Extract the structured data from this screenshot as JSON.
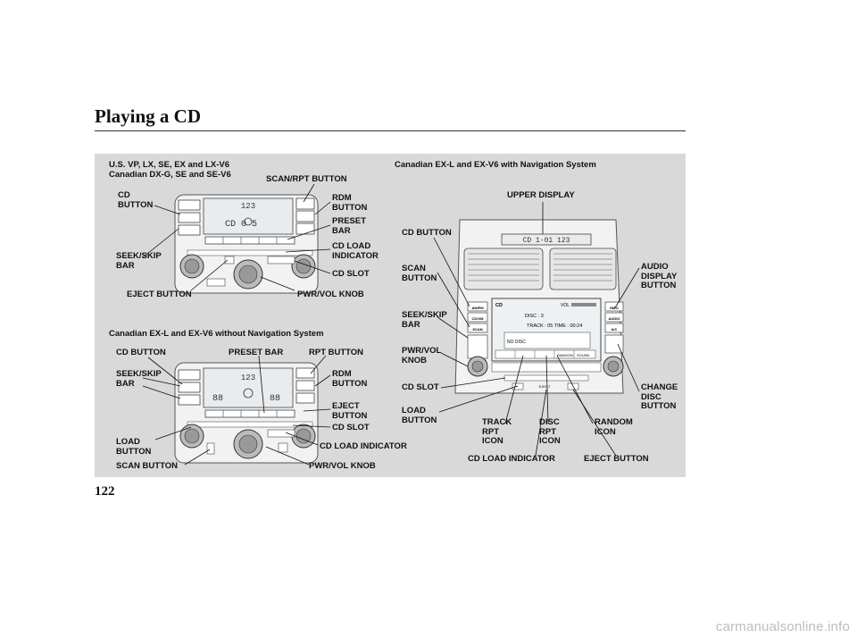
{
  "page": {
    "title": "Playing a CD",
    "page_number": "122",
    "watermark": "carmanualsonline.info"
  },
  "section1": {
    "heading": "U.S. VP, LX, SE, EX and LX-V6\nCanadian DX-G, SE and SE-V6",
    "labels": {
      "cd_button": "CD\nBUTTON",
      "seek_skip_bar": "SEEK/SKIP\nBAR",
      "eject_button": "EJECT BUTTON",
      "scan_rpt_button": "SCAN/RPT BUTTON",
      "rdm_button": "RDM\nBUTTON",
      "preset_bar": "PRESET\nBAR",
      "cd_load_indicator": "CD LOAD\nINDICATOR",
      "cd_slot": "CD SLOT",
      "pwr_vol_knob": "PWR/VOL KNOB"
    },
    "display": {
      "top": "123",
      "main": "CD  0 5"
    }
  },
  "section2": {
    "heading": "Canadian EX-L and EX-V6 without Navigation System",
    "labels": {
      "cd_button": "CD BUTTON",
      "seek_skip_bar": "SEEK/SKIP\nBAR",
      "preset_bar": "PRESET BAR",
      "rpt_button": "RPT BUTTON",
      "rdm_button": "RDM\nBUTTON",
      "eject_button": "EJECT\nBUTTON",
      "cd_slot": "CD SLOT",
      "load_button": "LOAD\nBUTTON",
      "cd_load_indicator": "CD LOAD INDICATOR",
      "scan_button": "SCAN BUTTON",
      "pwr_vol_knob": "PWR/VOL KNOB"
    },
    "display": {
      "top": "123",
      "left": "88",
      "right": "88"
    }
  },
  "section3": {
    "heading": "Canadian EX-L and EX-V6 with Navigation System",
    "labels": {
      "upper_display": "UPPER DISPLAY",
      "cd_button": "CD BUTTON",
      "scan_button": "SCAN\nBUTTON",
      "seek_skip_bar": "SEEK/SKIP\nBAR",
      "pwr_vol_knob": "PWR/VOL\nKNOB",
      "cd_slot": "CD SLOT",
      "load_button": "LOAD\nBUTTON",
      "track_rpt_icon": "TRACK\nRPT\nICON",
      "disc_rpt_icon": "DISC\nRPT\nICON",
      "random_icon": "RANDOM\nICON",
      "cd_load_indicator": "CD LOAD INDICATOR",
      "eject_button": "EJECT BUTTON",
      "audio_display_button": "AUDIO\nDISPLAY\nBUTTON",
      "change_disc_button": "CHANGE\nDISC\nBUTTON"
    },
    "upper_display_text": "CD  1-01  123",
    "screen": {
      "mode": "CD",
      "vol": "VOL",
      "disc": "DISC :  3",
      "track": "TRACK :  05    TIME : 00:24",
      "no_disc": "NO DISC",
      "random": "RANDOM",
      "sound": "SOUND"
    },
    "buttons": {
      "am_fm": "AM/FM",
      "cd_xm": "CD/XM",
      "scan": "SCAN",
      "info": "INFO",
      "audio": "AUDIO",
      "ac": "A/C",
      "eject": "EJECT"
    }
  }
}
